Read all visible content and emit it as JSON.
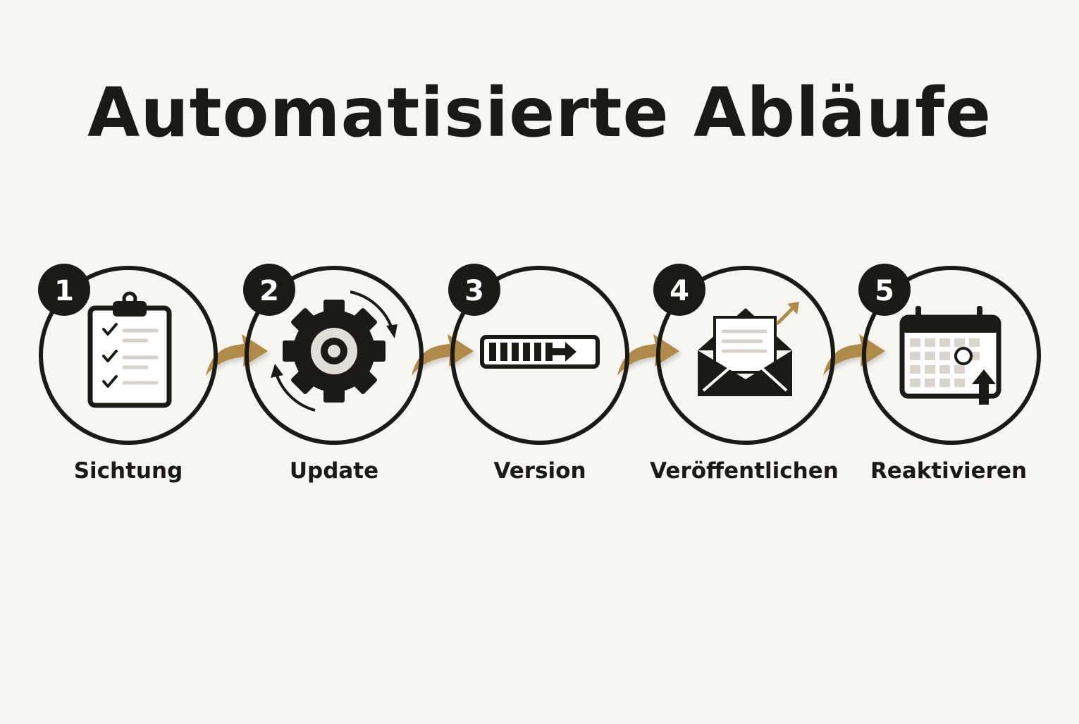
{
  "title": "Automatisierte Abläufe",
  "colors": {
    "background": "#f8f6f1",
    "ink": "#1c1a17",
    "accent": "#b08a4c",
    "light": "#dcd8d0"
  },
  "steps": [
    {
      "number": "1",
      "label": "Sichtung",
      "icon": "clipboard-checklist-icon"
    },
    {
      "number": "2",
      "label": "Update",
      "icon": "gear-refresh-icon"
    },
    {
      "number": "3",
      "label": "Version",
      "icon": "progress-bar-arrow-icon"
    },
    {
      "number": "4",
      "label": "Veröffentlichen",
      "icon": "open-envelope-icon"
    },
    {
      "number": "5",
      "label": "Reaktivieren",
      "icon": "calendar-upload-icon"
    }
  ]
}
